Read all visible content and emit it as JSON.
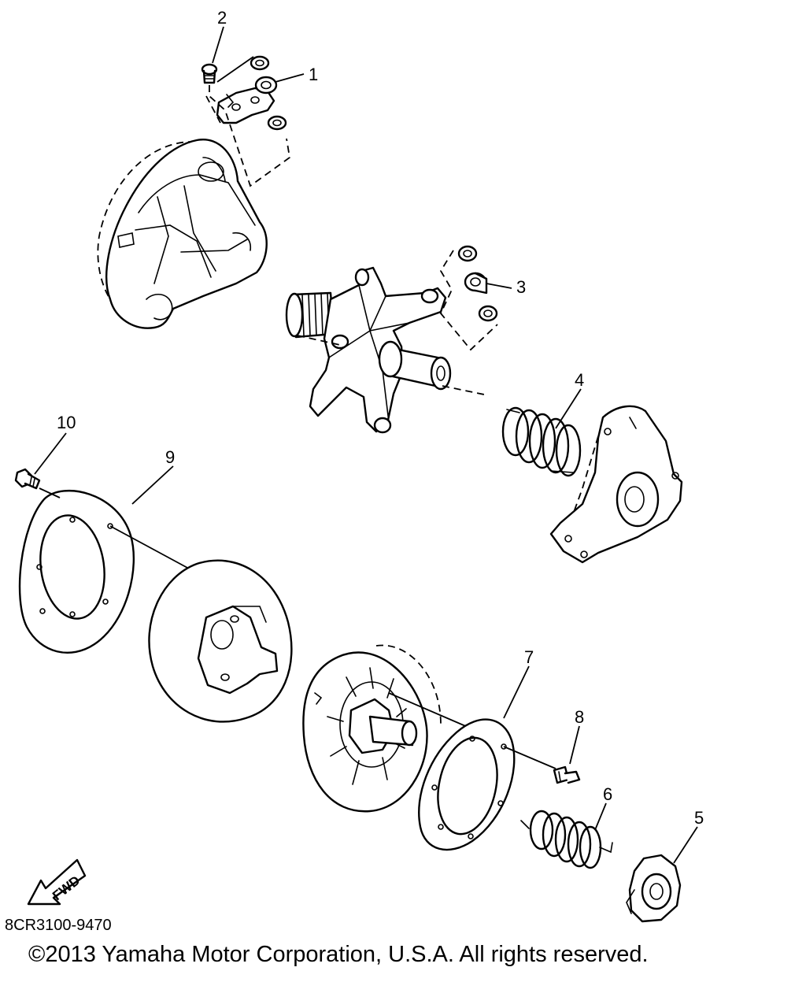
{
  "callouts": [
    {
      "id": "1",
      "label": "1"
    },
    {
      "id": "2",
      "label": "2"
    },
    {
      "id": "3",
      "label": "3"
    },
    {
      "id": "4",
      "label": "4"
    },
    {
      "id": "5",
      "label": "5"
    },
    {
      "id": "6",
      "label": "6"
    },
    {
      "id": "7",
      "label": "7"
    },
    {
      "id": "8",
      "label": "8"
    },
    {
      "id": "9",
      "label": "9"
    },
    {
      "id": "10",
      "label": "10"
    }
  ],
  "direction_arrow": {
    "label": "FWD",
    "icon": "arrow-left-icon"
  },
  "diagram_code": "8CR3100-9470",
  "copyright": "©2013 Yamaha Motor Corporation, U.S.A. All rights reserved.",
  "colors": {
    "line": "#000000",
    "background": "#ffffff"
  }
}
